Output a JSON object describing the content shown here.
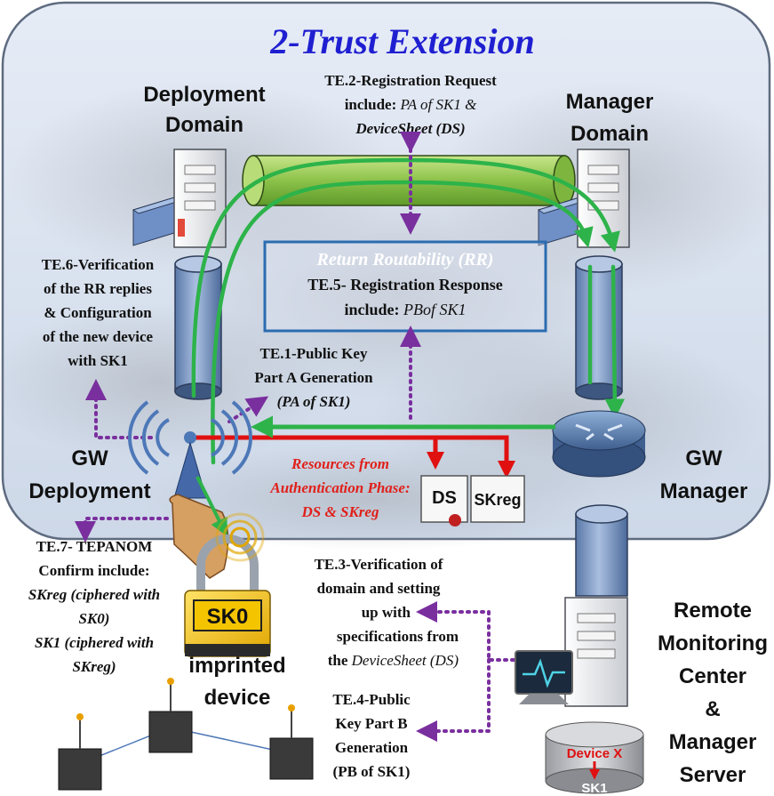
{
  "title": "2-Trust Extension",
  "domains": {
    "deployment": [
      "Deployment",
      "Domain"
    ],
    "manager": [
      "Manager",
      "Domain"
    ],
    "gw_deployment": [
      "GW",
      "Deployment"
    ],
    "gw_manager": [
      "GW",
      "Manager"
    ],
    "remote": [
      "Remote",
      "Monitoring",
      "Center",
      "&",
      "Manager",
      "Server"
    ]
  },
  "rr_box": {
    "title": "Return Routability (RR)",
    "line1": "TE.5- Registration Response",
    "line2_prefix": "include: ",
    "line2_italic": "PBof SK1"
  },
  "steps": {
    "te2": [
      "TE.2-Registration Request",
      "include: ",
      "PA of SK1  &",
      "DeviceSheet (DS)"
    ],
    "te6": [
      "TE.6-Verification",
      "of the RR replies",
      "& Configuration",
      "of the new device",
      "with SK1"
    ],
    "te1": [
      "TE.1-Public Key",
      "Part A Generation",
      "(PA of SK1)"
    ],
    "te7": [
      "TE.7-  TEPANOM",
      "Confirm include:",
      "SKreg (ciphered with",
      "SK0)",
      "SK1 (ciphered with",
      "SKreg)"
    ],
    "te3": [
      "TE.3-Verification of",
      "domain and setting",
      "up with",
      "specifications from",
      "the ",
      "DeviceSheet (DS)"
    ],
    "te4": [
      "TE.4-Public",
      "Key Part B",
      "Generation",
      "(PB of SK1)"
    ]
  },
  "resources": [
    "Resources from",
    "Authentication Phase:",
    "DS & SKreg"
  ],
  "badges": {
    "ds": "DS",
    "skreg": "SKreg"
  },
  "lock_label": "SK0",
  "imprinted": [
    "imprinted",
    "device"
  ],
  "db_labels": [
    "Device X",
    "SK1"
  ],
  "colors": {
    "cloud_bg": "#d9e3f0",
    "title_blue": "#1f1fd1",
    "tunnel_green": "#9ccb4e",
    "arrow_green": "#2db34a",
    "arrow_red": "#e01010",
    "dots_purple": "#7a2f9e",
    "rr_box_border": "#2b6cb0",
    "resources_red": "#e0201a"
  }
}
